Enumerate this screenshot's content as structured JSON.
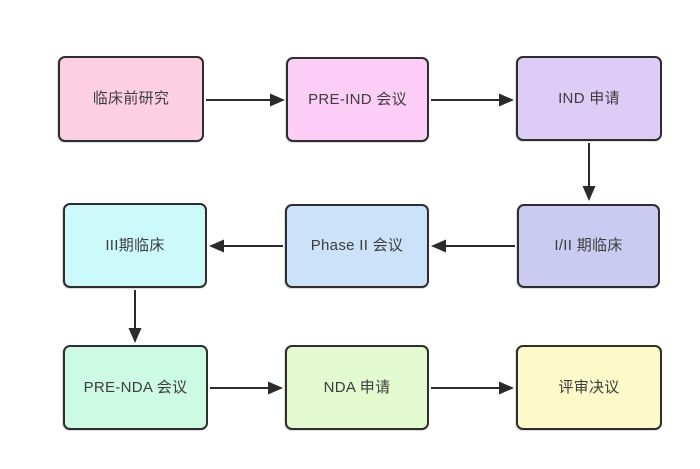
{
  "diagram": {
    "type": "flowchart",
    "background": "#ffffff",
    "node_border_color": "#2e2e2e",
    "arrow_color": "#2b2b2b",
    "text_color": "#3d3d3d",
    "nodes": [
      {
        "id": "preclinical-research",
        "label": "临床前研究",
        "fill": "#fccfe3"
      },
      {
        "id": "pre-ind-meeting",
        "label": "PRE-IND 会议",
        "fill": "#fbcdf7"
      },
      {
        "id": "ind-application",
        "label": "IND 申请",
        "fill": "#ddccf5"
      },
      {
        "id": "phase-1-2-clinical",
        "label": "I/II 期临床",
        "fill": "#cbcaf0"
      },
      {
        "id": "phase-2-meeting",
        "label": "Phase II 会议",
        "fill": "#cbe2f8"
      },
      {
        "id": "phase-3-clinical",
        "label": "III期临床",
        "fill": "#ccf9f9"
      },
      {
        "id": "pre-nda-meeting",
        "label": "PRE-NDA 会议",
        "fill": "#ccfae3"
      },
      {
        "id": "nda-application",
        "label": "NDA 申请",
        "fill": "#e3fad0"
      },
      {
        "id": "review-decision",
        "label": "评审决议",
        "fill": "#fdf9c9"
      }
    ],
    "edges": [
      {
        "from": "preclinical-research",
        "to": "pre-ind-meeting",
        "direction": "right"
      },
      {
        "from": "pre-ind-meeting",
        "to": "ind-application",
        "direction": "right"
      },
      {
        "from": "ind-application",
        "to": "phase-1-2-clinical",
        "direction": "down"
      },
      {
        "from": "phase-1-2-clinical",
        "to": "phase-2-meeting",
        "direction": "left"
      },
      {
        "from": "phase-2-meeting",
        "to": "phase-3-clinical",
        "direction": "left"
      },
      {
        "from": "phase-3-clinical",
        "to": "pre-nda-meeting",
        "direction": "down"
      },
      {
        "from": "pre-nda-meeting",
        "to": "nda-application",
        "direction": "right"
      },
      {
        "from": "nda-application",
        "to": "review-decision",
        "direction": "right"
      }
    ]
  }
}
